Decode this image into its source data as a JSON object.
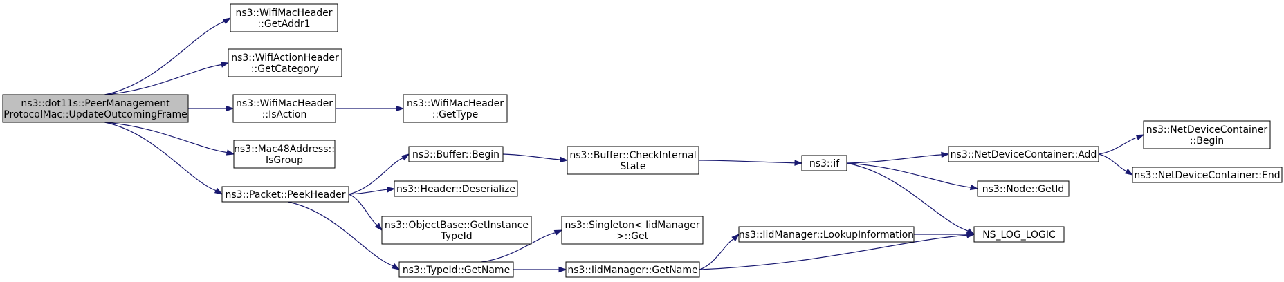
{
  "colors": {
    "edge": "#191970",
    "root_fill": "#bfbfbf",
    "node_fill": "#ffffff",
    "border": "#000000"
  },
  "nodes": [
    {
      "id": "root",
      "lines": [
        "ns3::dot11s::PeerManagement",
        "ProtocolMac::UpdateOutcomingFrame"
      ]
    },
    {
      "id": "getaddr1",
      "lines": [
        "ns3::WifiMacHeader",
        "::GetAddr1"
      ]
    },
    {
      "id": "getcategory",
      "lines": [
        "ns3::WifiActionHeader",
        "::GetCategory"
      ]
    },
    {
      "id": "isaction",
      "lines": [
        "ns3::WifiMacHeader",
        "::IsAction"
      ]
    },
    {
      "id": "gettype",
      "lines": [
        "ns3::WifiMacHeader",
        "::GetType"
      ]
    },
    {
      "id": "isgroup",
      "lines": [
        "ns3::Mac48Address::",
        "IsGroup"
      ]
    },
    {
      "id": "peekheader",
      "lines": [
        "ns3::Packet::PeekHeader"
      ]
    },
    {
      "id": "bufbegin",
      "lines": [
        "ns3::Buffer::Begin"
      ]
    },
    {
      "id": "deserialize",
      "lines": [
        "ns3::Header::Deserialize"
      ]
    },
    {
      "id": "getinstancetypeid",
      "lines": [
        "ns3::ObjectBase::GetInstance",
        "TypeId"
      ]
    },
    {
      "id": "typeidgetname",
      "lines": [
        "ns3::TypeId::GetName"
      ]
    },
    {
      "id": "checkinternal",
      "lines": [
        "ns3::Buffer::CheckInternal",
        "State"
      ]
    },
    {
      "id": "singletonget",
      "lines": [
        "ns3::Singleton< IidManager",
        ">::Get"
      ]
    },
    {
      "id": "iidgetname",
      "lines": [
        "ns3::IidManager::GetName"
      ]
    },
    {
      "id": "nsif",
      "lines": [
        "ns3::if"
      ]
    },
    {
      "id": "lookupinfo",
      "lines": [
        "ns3::IidManager::LookupInformation"
      ]
    },
    {
      "id": "ndcadd",
      "lines": [
        "ns3::NetDeviceContainer::Add"
      ]
    },
    {
      "id": "nodegetid",
      "lines": [
        "ns3::Node::GetId"
      ]
    },
    {
      "id": "nslog",
      "lines": [
        "NS_LOG_LOGIC"
      ]
    },
    {
      "id": "ndcbegin",
      "lines": [
        "ns3::NetDeviceContainer",
        "::Begin"
      ]
    },
    {
      "id": "ndcend",
      "lines": [
        "ns3::NetDeviceContainer::End"
      ]
    }
  ],
  "edges": [
    [
      "root",
      "getaddr1"
    ],
    [
      "root",
      "getcategory"
    ],
    [
      "root",
      "isaction"
    ],
    [
      "root",
      "isgroup"
    ],
    [
      "root",
      "peekheader"
    ],
    [
      "isaction",
      "gettype"
    ],
    [
      "peekheader",
      "bufbegin"
    ],
    [
      "peekheader",
      "deserialize"
    ],
    [
      "peekheader",
      "getinstancetypeid"
    ],
    [
      "peekheader",
      "typeidgetname"
    ],
    [
      "bufbegin",
      "checkinternal"
    ],
    [
      "checkinternal",
      "nsif"
    ],
    [
      "nsif",
      "ndcadd"
    ],
    [
      "nsif",
      "nodegetid"
    ],
    [
      "nsif",
      "nslog"
    ],
    [
      "ndcadd",
      "ndcbegin"
    ],
    [
      "ndcadd",
      "ndcend"
    ],
    [
      "typeidgetname",
      "singletonget"
    ],
    [
      "typeidgetname",
      "iidgetname"
    ],
    [
      "iidgetname",
      "lookupinfo"
    ],
    [
      "iidgetname",
      "nslog"
    ],
    [
      "lookupinfo",
      "nslog"
    ]
  ]
}
